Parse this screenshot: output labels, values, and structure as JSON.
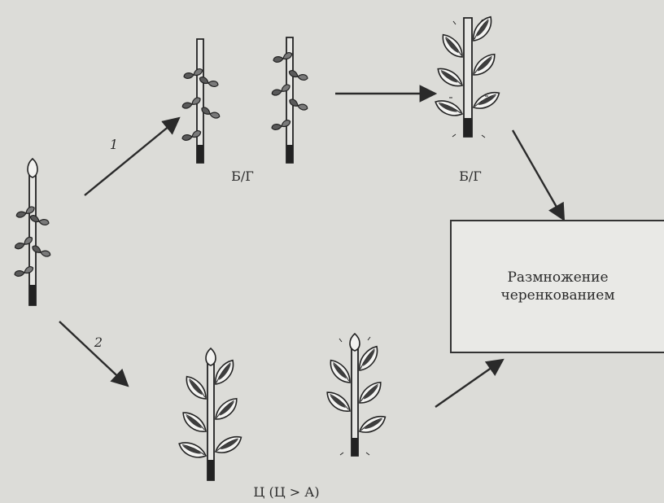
{
  "route1_number": "1",
  "route2_number": "2",
  "stage_bg_label": "Б/Г",
  "stage_bg_result_label": "Б/Г",
  "stage_c_label": "Ц (Ц > А)",
  "result_box": {
    "line1": "Размножение",
    "line2": "черенкованием"
  }
}
